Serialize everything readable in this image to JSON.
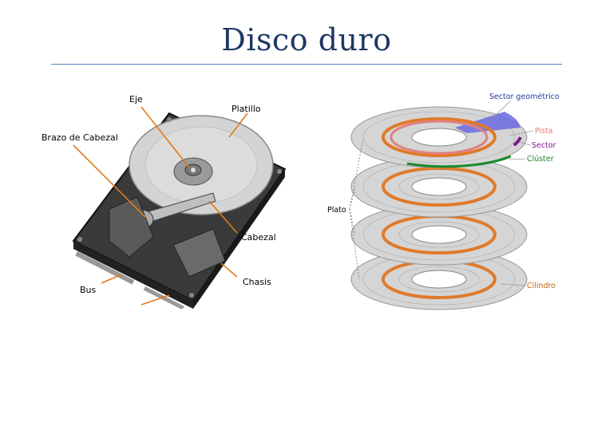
{
  "title": "Disco duro",
  "hdd_labels": {
    "eje": "Eje",
    "platillo": "Platillo",
    "brazo": "Brazo de Cabezal",
    "cabezal": "Cabezal",
    "chasis": "Chasis",
    "bus": "Bus"
  },
  "platter_labels": {
    "sector_geometrico": "Sector geométrico",
    "pista": "Pista",
    "sector": "Sector",
    "cluster": "Clúster",
    "plato": "Plato",
    "cilindro": "Cilindro"
  },
  "colors": {
    "title": "#1f3864",
    "rule": "#4f81bd",
    "label_blue": "#1f3aa0",
    "pista": "#e08080",
    "sector": "#7a1a8a",
    "cluster": "#1a8a2a",
    "cilindro": "#c06010",
    "track_orange": "#e07a2a",
    "sector_geo_fill": "#6a6ae0"
  }
}
